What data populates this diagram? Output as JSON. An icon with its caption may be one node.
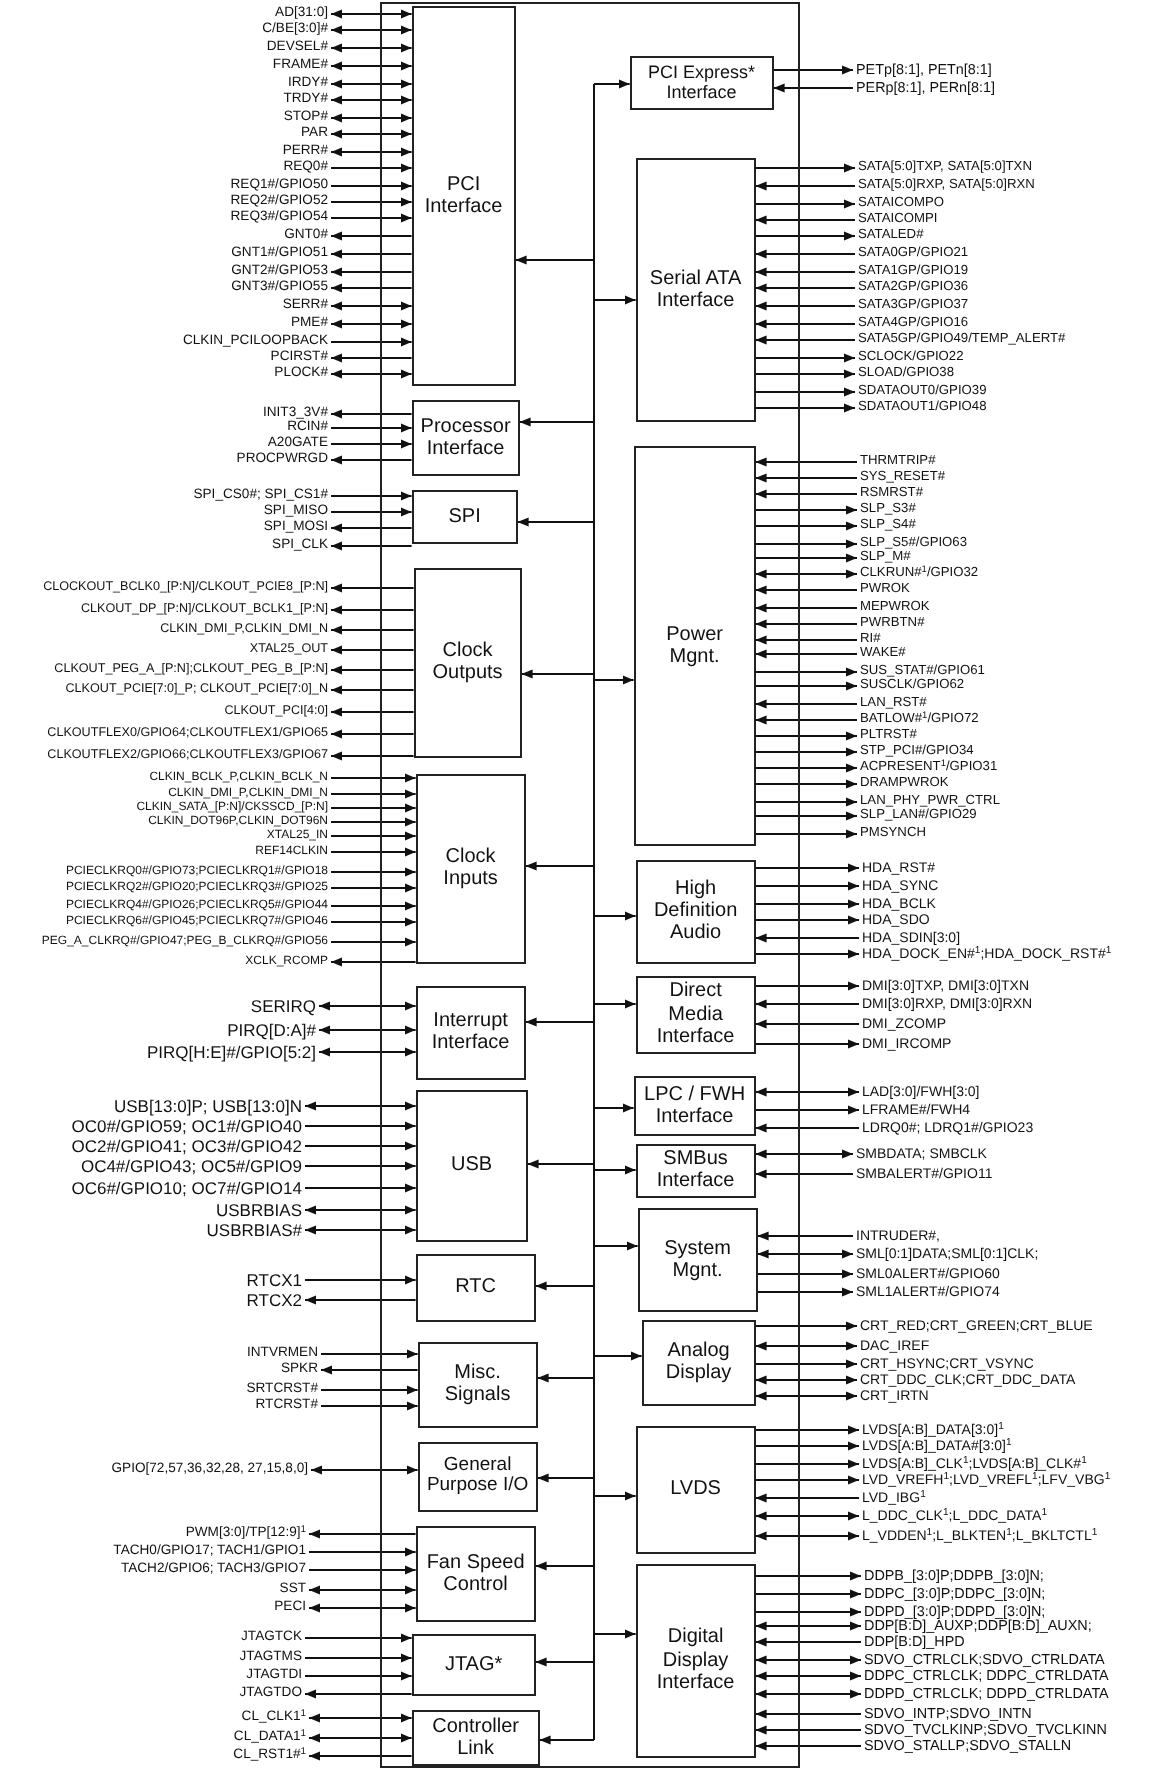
{
  "diagram": {
    "nodes": [
      {
        "text": [],
        "shape": "box"
      },
      {
        "text": [
          "PCI Interface"
        ],
        "in": 0
      },
      {
        "text": [
          "AD[31:0]"
        ]
      },
      {
        "text": [
          "C/BE[3:0]#"
        ]
      },
      {
        "text": [
          "DEVSEL#"
        ]
      },
      {
        "text": [
          "FRAME#"
        ]
      },
      {
        "text": [
          "IRDY#"
        ]
      },
      {
        "text": [
          "TRDY#"
        ]
      },
      {
        "text": [
          "STOP#"
        ]
      },
      {
        "text": [
          "PAR"
        ]
      },
      {
        "text": [
          "PERR#"
        ]
      },
      {
        "text": [
          "REQ0#"
        ]
      },
      {
        "text": [
          "REQ1#/GPIO50"
        ]
      },
      {
        "text": [
          "REQ2#/GPIO52"
        ]
      },
      {
        "text": [
          "REQ3#/GPIO54"
        ]
      },
      {
        "text": [
          "GNT0#"
        ]
      },
      {
        "text": [
          "GNT1#/GPIO51"
        ]
      },
      {
        "text": [
          "GNT2#/GPIO53"
        ]
      },
      {
        "text": [
          "GNT3#/GPIO55"
        ]
      },
      {
        "text": [
          "SERR#"
        ]
      },
      {
        "text": [
          "PME#"
        ]
      },
      {
        "text": [
          "CLKIN_PCILOOPBACK"
        ]
      },
      {
        "text": [
          "PCIRST#"
        ]
      },
      {
        "text": [
          "PLOCK#"
        ]
      },
      {
        "text": [
          "Processor Interface"
        ],
        "in": 0
      },
      {
        "text": [
          "INIT3_3V#"
        ]
      },
      {
        "text": [
          "RCIN#"
        ]
      },
      {
        "text": [
          "A20GATE"
        ]
      },
      {
        "text": [
          "PROCPWRGD"
        ]
      },
      {
        "text": [
          "SPI"
        ],
        "in": 0
      },
      {
        "text": [
          "SPI_CS0#; SPI_CS1#"
        ]
      },
      {
        "text": [
          "SPI_MISO"
        ]
      },
      {
        "text": [
          "SPI_MOSI"
        ]
      },
      {
        "text": [
          "SPI_CLK"
        ]
      },
      {
        "text": [
          "Clock Outputs"
        ],
        "in": 0
      },
      {
        "text": [
          "CLOCKOUT_BCLK0_[P:N]/CLKOUT_PCIE8_[P:N]"
        ]
      },
      {
        "text": [
          "CLKOUT_DP_[P:N]/CLKOUT_BCLK1_[P:N]"
        ]
      },
      {
        "text": [
          "CLKIN_DMI_P,CLKIN_DMI_N"
        ]
      },
      {
        "text": [
          "XTAL25_OUT"
        ]
      },
      {
        "text": [
          "CLKOUT_PEG_A_[P:N];CLKOUT_PEG_B_[P:N]"
        ]
      },
      {
        "text": [
          "CLKOUT_PCIE[7:0]_P; CLKOUT_PCIE[7:0]_N"
        ]
      },
      {
        "text": [
          "CLKOUT_PCI[4:0]"
        ]
      },
      {
        "text": [
          "CLKOUTFLEX0/GPIO64;CLKOUTFLEX1/GPIO65"
        ]
      },
      {
        "text": [
          "CLKOUTFLEX2/GPIO66;CLKOUTFLEX3/GPIO67"
        ]
      },
      {
        "text": [
          "Clock Inputs"
        ],
        "in": 0
      },
      {
        "text": [
          "CLKIN_BCLK_P,CLKIN_BCLK_N"
        ]
      },
      {
        "text": [
          "CLKIN_DMI_P,CLKIN_DMI_N"
        ]
      },
      {
        "text": [
          "CLKIN_SATA_[P:N]/CKSSCD_[P:N]"
        ]
      },
      {
        "text": [
          "CLKIN_DOT96P,CLKIN_DOT96N"
        ]
      },
      {
        "text": [
          "XTAL25_IN"
        ]
      },
      {
        "text": [
          "REF14CLKIN"
        ]
      },
      {
        "text": [
          "PCIECLKRQ0#/GPIO73;PCIECLKRQ1#/GPIO18"
        ]
      },
      {
        "text": [
          "PCIECLKRQ2#/GPIO20;PCIECLKRQ3#/GPIO25"
        ]
      },
      {
        "text": [
          "PCIECLKRQ4#/GPIO26;PCIECLKRQ5#/GPIO44"
        ]
      },
      {
        "text": [
          "PCIECLKRQ6#/GPIO45;PCIECLKRQ7#/GPIO46"
        ]
      },
      {
        "text": [
          "PEG_A_CLKRQ#/GPIO47;PEG_B_CLKRQ#/GPIO56"
        ]
      },
      {
        "text": [
          "XCLK_RCOMP"
        ]
      },
      {
        "text": [
          "Interrupt Interface"
        ],
        "in": 0
      },
      {
        "text": [
          "SERIRQ"
        ]
      },
      {
        "text": [
          "PIRQ[D:A]#"
        ]
      },
      {
        "text": [
          "PIRQ[H:E]#/GPIO[5:2]"
        ]
      },
      {
        "text": [
          "USB"
        ],
        "in": 0
      },
      {
        "text": [
          "USB[13:0]P; USB[13:0]N"
        ]
      },
      {
        "text": [
          "OC0#/GPIO59; OC1#/GPIO40"
        ]
      },
      {
        "text": [
          "OC2#/GPIO41; OC3#/GPIO42"
        ]
      },
      {
        "text": [
          "OC4#/GPIO43; OC5#/GPIO9"
        ]
      },
      {
        "text": [
          "OC6#/GPIO10; OC7#/GPIO14"
        ]
      },
      {
        "text": [
          "USBRBIAS"
        ]
      },
      {
        "text": [
          "USBRBIAS#"
        ]
      },
      {
        "text": [
          "RTC"
        ],
        "in": 0
      },
      {
        "text": [
          "RTCX1"
        ]
      },
      {
        "text": [
          "RTCX2"
        ]
      },
      {
        "text": [
          "Misc. Signals"
        ],
        "in": 0
      },
      {
        "text": [
          "INTVRMEN"
        ]
      },
      {
        "text": [
          "SPKR"
        ]
      },
      {
        "text": [
          "SRTCRST#"
        ]
      },
      {
        "text": [
          "RTCRST#"
        ]
      },
      {
        "text": [
          "General Purpose I/O"
        ],
        "in": 0
      },
      {
        "text": [
          "GPIO[72,57,36,32,28, 27,15,8,0]"
        ]
      },
      {
        "text": [
          "Fan Speed Control"
        ],
        "in": 0
      },
      {
        "text": [
          "PWM[3:0]/TP[12:9]$^{1}$"
        ]
      },
      {
        "text": [
          "TACH0/GPIO17; TACH1/GPIO1"
        ]
      },
      {
        "text": [
          "TACH2/GPIO6; TACH3/GPIO7"
        ]
      },
      {
        "text": [
          "SST"
        ]
      },
      {
        "text": [
          "PECI"
        ]
      },
      {
        "text": [
          "JTAG*"
        ],
        "in": 0
      },
      {
        "text": [
          "JTAGTCK"
        ]
      },
      {
        "text": [
          "JTAGTMS"
        ]
      },
      {
        "text": [
          "JTAGTDI"
        ]
      },
      {
        "text": [
          "JTAGTDO"
        ]
      },
      {
        "text": [
          "Controller Link"
        ],
        "in": 0
      },
      {
        "text": [
          "CL_CLK1$^{1}$"
        ]
      },
      {
        "text": [
          "CL_DATA1$^{1}$"
        ]
      },
      {
        "text": [
          "CL_RST1#$^{1}$"
        ]
      },
      {
        "text": [
          "PCI Express* Interface"
        ],
        "in": 0
      },
      {
        "text": [
          "PETp[8:1], PETn[8:1]"
        ]
      },
      {
        "text": [
          "PERp[8:1], PERn[8:1]"
        ]
      },
      {
        "text": [
          "Serial ATA Interface"
        ],
        "in": 0
      },
      {
        "text": [
          "SATA[5:0]TXP, SATA[5:0]TXN"
        ]
      },
      {
        "text": [
          "SATA[5:0]RXP, SATA[5:0]RXN"
        ]
      },
      {
        "text": [
          "SATAICOMPO"
        ]
      },
      {
        "text": [
          "SATAICOMPI"
        ]
      },
      {
        "text": [
          "SATALED#"
        ]
      },
      {
        "text": [
          "SATA0GP/GPIO21"
        ]
      },
      {
        "text": [
          "SATA1GP/GPIO19"
        ]
      },
      {
        "text": [
          "SATA2GP/GPIO36"
        ]
      },
      {
        "text": [
          "SATA3GP/GPIO37"
        ]
      },
      {
        "text": [
          "SATA4GP/GPIO16"
        ]
      },
      {
        "text": [
          "SATA5GP/GPIO49/TEMP_ALERT#"
        ]
      },
      {
        "text": [
          "SCLOCK/GPIO22"
        ]
      },
      {
        "text": [
          "SLOAD/GPIO38"
        ]
      },
      {
        "text": [
          "SDATAOUT0/GPIO39"
        ]
      },
      {
        "text": [
          "SDATAOUT1/GPIO48"
        ]
      },
      {
        "text": [
          "Power Mgnt."
        ],
        "in": 0
      },
      {
        "text": [
          "THRMTRIP#"
        ]
      },
      {
        "text": [
          "SYS_RESET#"
        ]
      },
      {
        "text": [
          "RSMRST#"
        ]
      },
      {
        "text": [
          "SLP_S3#"
        ]
      },
      {
        "text": [
          "SLP_S4#"
        ]
      },
      {
        "text": [
          "SLP_S5#/GPIO63"
        ]
      },
      {
        "text": [
          "SLP_M#"
        ]
      },
      {
        "text": [
          "CLKRUN#$^{1}$/GPIO32"
        ]
      },
      {
        "text": [
          "PWROK"
        ]
      },
      {
        "text": [
          "MEPWROK"
        ]
      },
      {
        "text": [
          "PWRBTN#"
        ]
      },
      {
        "text": [
          "RI#"
        ]
      },
      {
        "text": [
          "WAKE#"
        ]
      },
      {
        "text": [
          "SUS_STAT#/GPIO61"
        ]
      },
      {
        "text": [
          "SUSCLK/GPIO62"
        ]
      },
      {
        "text": [
          "LAN_RST#"
        ]
      },
      {
        "text": [
          "BATLOW#$^{1}$/GPIO72"
        ]
      },
      {
        "text": [
          "PLTRST#"
        ]
      },
      {
        "text": [
          "STP_PCI#/GPIO34"
        ]
      },
      {
        "text": [
          "ACPRESENT$^{1}$/GPIO31"
        ]
      },
      {
        "text": [
          "DRAMPWROK"
        ]
      },
      {
        "text": [
          "LAN_PHY_PWR_CTRL"
        ]
      },
      {
        "text": [
          "SLP_LAN#/GPIO29"
        ]
      },
      {
        "text": [
          "PMSYNCH"
        ]
      },
      {
        "text": [
          "High Definition Audio"
        ],
        "in": 0
      },
      {
        "text": [
          "HDA_RST#"
        ]
      },
      {
        "text": [
          "HDA_SYNC"
        ]
      },
      {
        "text": [
          "HDA_BCLK"
        ]
      },
      {
        "text": [
          "HDA_SDO"
        ]
      },
      {
        "text": [
          "HDA_SDIN[3:0]"
        ]
      },
      {
        "text": [
          "HDA_DOCK_EN#$^{1}$;HDA_DOCK_RST#$^{1}$"
        ]
      },
      {
        "text": [
          "Direct Media Interface"
        ],
        "in": 0
      },
      {
        "text": [
          "DMI[3:0]TXP, DMI[3:0]TXN"
        ]
      },
      {
        "text": [
          "DMI[3:0]RXP, DMI[3:0]RXN"
        ]
      },
      {
        "text": [
          "DMI_ZCOMP"
        ]
      },
      {
        "text": [
          "DMI_IRCOMP"
        ]
      },
      {
        "text": [
          "LPC / FWH Interface"
        ],
        "in": 0
      },
      {
        "text": [
          "LAD[3:0]/FWH[3:0]"
        ]
      },
      {
        "text": [
          "LFRAME#/FWH4"
        ]
      },
      {
        "text": [
          "LDRQ0#; LDRQ1#/GPIO23"
        ]
      },
      {
        "text": [
          "SMBus Interface"
        ],
        "in": 0
      },
      {
        "text": [
          "SMBDATA; SMBCLK"
        ]
      },
      {
        "text": [
          "SMBALERT#/GPIO11"
        ]
      },
      {
        "text": [
          "System Mgnt."
        ],
        "in": 0
      },
      {
        "text": [
          "INTRUDER#,"
        ]
      },
      {
        "text": [
          "SML[0:1]DATA;SML[0:1]CLK;"
        ]
      },
      {
        "text": [
          "SML0ALERT#/GPIO60"
        ]
      },
      {
        "text": [
          "SML1ALERT#/GPIO74"
        ]
      },
      {
        "text": [
          "Analog Display"
        ],
        "in": 0
      },
      {
        "text": [
          "CRT_RED;CRT_GREEN;CRT_BLUE"
        ]
      },
      {
        "text": [
          "DAC_IREF"
        ]
      },
      {
        "text": [
          "CRT_HSYNC;CRT_VSYNC"
        ]
      },
      {
        "text": [
          "CRT_DDC_CLK;CRT_DDC_DATA"
        ]
      },
      {
        "text": [
          "CRT_IRTN"
        ]
      },
      {
        "text": [
          "LVDS"
        ],
        "in": 0
      },
      {
        "text": [
          "LVDS[A:B]_DATA[3:0]$^{1}$"
        ]
      },
      {
        "text": [
          "LVDS[A:B]_DATA#[3:0]$^{1}$"
        ]
      },
      {
        "text": [
          "LVDS[A:B]_CLK$^{1}$;LVDS[A:B]_CLK#$^{1}$"
        ]
      },
      {
        "text": [
          "LVD_VREFH$^{1}$;LVD_VREFL$^{1}$;LFV_VBG$^{1}$"
        ]
      },
      {
        "text": [
          "LVD_IBG$^{1}$"
        ]
      },
      {
        "text": [
          "L_DDC_CLK$^{1}$;L_DDC_DATA$^{1}$"
        ]
      },
      {
        "text": [
          "L_VDDEN$^{1}$;L_BLKTEN$^{1}$;L_BKLTCTL$^{1}$"
        ]
      },
      {
        "text": [
          "Digital Display Interface"
        ],
        "in": 0
      },
      {
        "text": [
          "DDPB_[3:0]P;DDPB_[3:0]N;"
        ]
      },
      {
        "text": [
          "DDPC_[3:0]P;DDPC_[3:0]N;"
        ]
      },
      {
        "text": [
          "DDPD_[3:0]P;DDPD_[3:0]N;"
        ]
      },
      {
        "text": [
          "DDP[B:D]_AUXP;DDP[B:D]_AUXN;"
        ]
      },
      {
        "text": [
          "DDP[B:D]_HPD"
        ]
      },
      {
        "text": [
          "SDVO_CTRLCLK;SDVO_CTRLDATA"
        ]
      },
      {
        "text": [
          "DDPC_CTRLCLK; DDPC_CTRLDATA"
        ]
      },
      {
        "text": [
          "DDPD_CTRLCLK; DDPD_CTRLDATA"
        ]
      },
      {
        "text": [
          "SDVO_INTP;SDVO_INTN"
        ]
      },
      {
        "text": [
          "SDVO_TVCLKINP;SDVO_TVCLKINN"
        ]
      },
      {
        "text": [
          "SDVO_STALLP;SDVO_STALLN"
        ]
      }
    ],
    "edges": [
      {
        "from": null,
        "to": 1,
        "arrow": "to"
      },
      {
        "from": 2,
        "to": 1,
        "arrow": "both"
      },
      {
        "from": 3,
        "to": 1,
        "arrow": "both"
      },
      {
        "from": 4,
        "to": 1,
        "arrow": "both"
      },
      {
        "from": 5,
        "to": 1,
        "arrow": "both"
      },
      {
        "from": 6,
        "to": 1,
        "arrow": "both"
      },
      {
        "from": 7,
        "to": 1,
        "arrow": "both"
      },
      {
        "from": 8,
        "to": 1,
        "arrow": "both"
      },
      {
        "from": 9,
        "to": 1,
        "arrow": "both"
      },
      {
        "from": 10,
        "to": 1,
        "arrow": "both"
      },
      {
        "from": 11,
        "to": 1,
        "arrow": "to"
      },
      {
        "from": 12,
        "to": 1,
        "arrow": "to"
      },
      {
        "from": 13,
        "to": 1,
        "arrow": "to"
      },
      {
        "from": 14,
        "to": 1,
        "arrow": "to"
      },
      {
        "from": 1,
        "to": 15,
        "arrow": "to"
      },
      {
        "from": 1,
        "to": 16,
        "arrow": "to"
      },
      {
        "from": 1,
        "to": 17,
        "arrow": "to"
      },
      {
        "from": 1,
        "to": 18,
        "arrow": "to"
      },
      {
        "from": 19,
        "to": 1,
        "arrow": "both"
      },
      {
        "from": 20,
        "to": 1,
        "arrow": "both"
      },
      {
        "from": 21,
        "to": 1,
        "arrow": "to"
      },
      {
        "from": 1,
        "to": 22,
        "arrow": "to"
      },
      {
        "from": 23,
        "to": 1,
        "arrow": "both"
      },
      {
        "from": null,
        "to": 24,
        "arrow": "to"
      },
      {
        "from": 24,
        "to": 25,
        "arrow": "to"
      },
      {
        "from": 26,
        "to": 24,
        "arrow": "to"
      },
      {
        "from": 27,
        "to": 24,
        "arrow": "to"
      },
      {
        "from": 24,
        "to": 28,
        "arrow": "to"
      },
      {
        "from": null,
        "to": 29,
        "arrow": "to"
      },
      {
        "from": 30,
        "to": 29,
        "arrow": "to"
      },
      {
        "from": 31,
        "to": 29,
        "arrow": "to"
      },
      {
        "from": 29,
        "to": 32,
        "arrow": "to"
      },
      {
        "from": 29,
        "to": 33,
        "arrow": "to"
      },
      {
        "from": null,
        "to": 34,
        "arrow": "to"
      },
      {
        "from": 34,
        "to": 35,
        "arrow": "to"
      },
      {
        "from": 34,
        "to": 36,
        "arrow": "to"
      },
      {
        "from": 34,
        "to": 37,
        "arrow": "to"
      },
      {
        "from": 34,
        "to": 38,
        "arrow": "to"
      },
      {
        "from": 34,
        "to": 39,
        "arrow": "to"
      },
      {
        "from": 34,
        "to": 40,
        "arrow": "to"
      },
      {
        "from": 34,
        "to": 41,
        "arrow": "to"
      },
      {
        "from": 34,
        "to": 42,
        "arrow": "to"
      },
      {
        "from": 34,
        "to": 43,
        "arrow": "to"
      },
      {
        "from": null,
        "to": 44,
        "arrow": "to"
      },
      {
        "from": 45,
        "to": 44,
        "arrow": "to"
      },
      {
        "from": 46,
        "to": 44,
        "arrow": "to"
      },
      {
        "from": 47,
        "to": 44,
        "arrow": "to"
      },
      {
        "from": 48,
        "to": 44,
        "arrow": "to"
      },
      {
        "from": 49,
        "to": 44,
        "arrow": "to"
      },
      {
        "from": 50,
        "to": 44,
        "arrow": "to"
      },
      {
        "from": 51,
        "to": 44,
        "arrow": "to"
      },
      {
        "from": 52,
        "to": 44,
        "arrow": "to"
      },
      {
        "from": 53,
        "to": 44,
        "arrow": "to"
      },
      {
        "from": 54,
        "to": 44,
        "arrow": "to"
      },
      {
        "from": 55,
        "to": 44,
        "arrow": "to"
      },
      {
        "from": 44,
        "to": 56,
        "arrow": "to"
      },
      {
        "from": null,
        "to": 57,
        "arrow": "to"
      },
      {
        "from": 58,
        "to": 57,
        "arrow": "both"
      },
      {
        "from": 59,
        "to": 57,
        "arrow": "both"
      },
      {
        "from": 60,
        "to": 57,
        "arrow": "both"
      },
      {
        "from": null,
        "to": 61,
        "arrow": "to"
      },
      {
        "from": 62,
        "to": 61,
        "arrow": "both"
      },
      {
        "from": 63,
        "to": 61,
        "arrow": "to"
      },
      {
        "from": 64,
        "to": 61,
        "arrow": "to"
      },
      {
        "from": 65,
        "to": 61,
        "arrow": "to"
      },
      {
        "from": 66,
        "to": 61,
        "arrow": "to"
      },
      {
        "from": 67,
        "to": 61,
        "arrow": "both"
      },
      {
        "from": 68,
        "to": 61,
        "arrow": "both"
      },
      {
        "from": null,
        "to": 69,
        "arrow": "to"
      },
      {
        "from": 70,
        "to": 69,
        "arrow": "to"
      },
      {
        "from": 69,
        "to": 71,
        "arrow": "to"
      },
      {
        "from": null,
        "to": 72,
        "arrow": "to"
      },
      {
        "from": 73,
        "to": 72,
        "arrow": "to"
      },
      {
        "from": 72,
        "to": 74,
        "arrow": "to"
      },
      {
        "from": 75,
        "to": 72,
        "arrow": "to"
      },
      {
        "from": 76,
        "to": 72,
        "arrow": "to"
      },
      {
        "from": null,
        "to": 77,
        "arrow": "to"
      },
      {
        "from": 78,
        "to": 77,
        "arrow": "both"
      },
      {
        "from": null,
        "to": 79,
        "arrow": "to"
      },
      {
        "from": 79,
        "to": 80,
        "arrow": "to"
      },
      {
        "from": 81,
        "to": 79,
        "arrow": "to"
      },
      {
        "from": 82,
        "to": 79,
        "arrow": "to"
      },
      {
        "from": 83,
        "to": 79,
        "arrow": "both"
      },
      {
        "from": 84,
        "to": 79,
        "arrow": "both"
      },
      {
        "from": null,
        "to": 85,
        "arrow": "to"
      },
      {
        "from": 86,
        "to": 85,
        "arrow": "to"
      },
      {
        "from": 87,
        "to": 85,
        "arrow": "to"
      },
      {
        "from": 88,
        "to": 85,
        "arrow": "to"
      },
      {
        "from": 85,
        "to": 89,
        "arrow": "to"
      },
      {
        "from": null,
        "to": 90,
        "arrow": "to"
      },
      {
        "from": 91,
        "to": 90,
        "arrow": "both"
      },
      {
        "from": 92,
        "to": 90,
        "arrow": "both"
      },
      {
        "from": 90,
        "to": 93,
        "arrow": "to"
      },
      {
        "from": null,
        "to": 94,
        "arrow": "to"
      },
      {
        "from": 94,
        "to": 95,
        "arrow": "to"
      },
      {
        "from": 96,
        "to": 94,
        "arrow": "to"
      },
      {
        "from": null,
        "to": 97,
        "arrow": "to"
      },
      {
        "from": 97,
        "to": 98,
        "arrow": "to"
      },
      {
        "from": 99,
        "to": 97,
        "arrow": "to"
      },
      {
        "from": 97,
        "to": 100,
        "arrow": "to"
      },
      {
        "from": 101,
        "to": 97,
        "arrow": "to"
      },
      {
        "from": 97,
        "to": 102,
        "arrow": "to"
      },
      {
        "from": 103,
        "to": 97,
        "arrow": "to"
      },
      {
        "from": 104,
        "to": 97,
        "arrow": "to"
      },
      {
        "from": 105,
        "to": 97,
        "arrow": "to"
      },
      {
        "from": 106,
        "to": 97,
        "arrow": "to"
      },
      {
        "from": 107,
        "to": 97,
        "arrow": "to"
      },
      {
        "from": 108,
        "to": 97,
        "arrow": "to"
      },
      {
        "from": 97,
        "to": 109,
        "arrow": "to"
      },
      {
        "from": 97,
        "to": 110,
        "arrow": "to"
      },
      {
        "from": 97,
        "to": 111,
        "arrow": "to"
      },
      {
        "from": 97,
        "to": 112,
        "arrow": "to"
      },
      {
        "from": null,
        "to": 113,
        "arrow": "to"
      },
      {
        "from": 114,
        "to": 113,
        "arrow": "to"
      },
      {
        "from": 115,
        "to": 113,
        "arrow": "to"
      },
      {
        "from": 116,
        "to": 113,
        "arrow": "to"
      },
      {
        "from": 113,
        "to": 117,
        "arrow": "to"
      },
      {
        "from": 113,
        "to": 118,
        "arrow": "to"
      },
      {
        "from": 113,
        "to": 119,
        "arrow": "to"
      },
      {
        "from": 113,
        "to": 120,
        "arrow": "to"
      },
      {
        "from": 121,
        "to": 113,
        "arrow": "both"
      },
      {
        "from": 122,
        "to": 113,
        "arrow": "to"
      },
      {
        "from": 123,
        "to": 113,
        "arrow": "to"
      },
      {
        "from": 124,
        "to": 113,
        "arrow": "to"
      },
      {
        "from": 125,
        "to": 113,
        "arrow": "to"
      },
      {
        "from": 126,
        "to": 113,
        "arrow": "to"
      },
      {
        "from": 113,
        "to": 127,
        "arrow": "to"
      },
      {
        "from": 113,
        "to": 128,
        "arrow": "to"
      },
      {
        "from": 129,
        "to": 113,
        "arrow": "to"
      },
      {
        "from": 130,
        "to": 113,
        "arrow": "to"
      },
      {
        "from": 113,
        "to": 131,
        "arrow": "to"
      },
      {
        "from": 113,
        "to": 132,
        "arrow": "to"
      },
      {
        "from": 113,
        "to": 133,
        "arrow": "to"
      },
      {
        "from": 113,
        "to": 134,
        "arrow": "to"
      },
      {
        "from": 113,
        "to": 135,
        "arrow": "to"
      },
      {
        "from": 113,
        "to": 136,
        "arrow": "to"
      },
      {
        "from": 113,
        "to": 137,
        "arrow": "to"
      },
      {
        "from": null,
        "to": 138,
        "arrow": "to"
      },
      {
        "from": 138,
        "to": 139,
        "arrow": "to"
      },
      {
        "from": 138,
        "to": 140,
        "arrow": "to"
      },
      {
        "from": 138,
        "to": 141,
        "arrow": "to"
      },
      {
        "from": 138,
        "to": 142,
        "arrow": "to"
      },
      {
        "from": 143,
        "to": 138,
        "arrow": "to"
      },
      {
        "from": 138,
        "to": 144,
        "arrow": "to"
      },
      {
        "from": null,
        "to": 145,
        "arrow": "to"
      },
      {
        "from": 145,
        "to": 146,
        "arrow": "to"
      },
      {
        "from": 147,
        "to": 145,
        "arrow": "to"
      },
      {
        "from": 148,
        "to": 145,
        "arrow": "to"
      },
      {
        "from": 145,
        "to": 149,
        "arrow": "to"
      },
      {
        "from": null,
        "to": 150,
        "arrow": "to"
      },
      {
        "from": 151,
        "to": 150,
        "arrow": "both"
      },
      {
        "from": 150,
        "to": 152,
        "arrow": "to"
      },
      {
        "from": 153,
        "to": 150,
        "arrow": "to"
      },
      {
        "from": null,
        "to": 154,
        "arrow": "to"
      },
      {
        "from": 155,
        "to": 154,
        "arrow": "both"
      },
      {
        "from": 156,
        "to": 154,
        "arrow": "to"
      },
      {
        "from": null,
        "to": 157,
        "arrow": "to"
      },
      {
        "from": 158,
        "to": 157,
        "arrow": "to"
      },
      {
        "from": 159,
        "to": 157,
        "arrow": "both"
      },
      {
        "from": 157,
        "to": 160,
        "arrow": "to"
      },
      {
        "from": 157,
        "to": 161,
        "arrow": "to"
      },
      {
        "from": null,
        "to": 162,
        "arrow": "to"
      },
      {
        "from": 162,
        "to": 163,
        "arrow": "to"
      },
      {
        "from": 164,
        "to": 162,
        "arrow": "both"
      },
      {
        "from": 162,
        "to": 165,
        "arrow": "to"
      },
      {
        "from": 166,
        "to": 162,
        "arrow": "both"
      },
      {
        "from": 167,
        "to": 162,
        "arrow": "both"
      },
      {
        "from": null,
        "to": 168,
        "arrow": "to"
      },
      {
        "from": 168,
        "to": 169,
        "arrow": "to"
      },
      {
        "from": 168,
        "to": 170,
        "arrow": "to"
      },
      {
        "from": 168,
        "to": 171,
        "arrow": "to"
      },
      {
        "from": 168,
        "to": 172,
        "arrow": "to"
      },
      {
        "from": 173,
        "to": 168,
        "arrow": "to"
      },
      {
        "from": 174,
        "to": 168,
        "arrow": "both"
      },
      {
        "from": 175,
        "to": 168,
        "arrow": "both"
      },
      {
        "from": null,
        "to": 176,
        "arrow": "to"
      },
      {
        "from": 176,
        "to": 177,
        "arrow": "to"
      },
      {
        "from": 176,
        "to": 178,
        "arrow": "to"
      },
      {
        "from": 176,
        "to": 179,
        "arrow": "to"
      },
      {
        "from": 180,
        "to": 176,
        "arrow": "both"
      },
      {
        "from": 181,
        "to": 176,
        "arrow": "to"
      },
      {
        "from": 182,
        "to": 176,
        "arrow": "both"
      },
      {
        "from": 183,
        "to": 176,
        "arrow": "both"
      },
      {
        "from": 184,
        "to": 176,
        "arrow": "both"
      },
      {
        "from": 185,
        "to": 176,
        "arrow": "to"
      },
      {
        "from": 186,
        "to": 176,
        "arrow": "to"
      },
      {
        "from": 187,
        "to": 176,
        "arrow": "to"
      }
    ]
  }
}
